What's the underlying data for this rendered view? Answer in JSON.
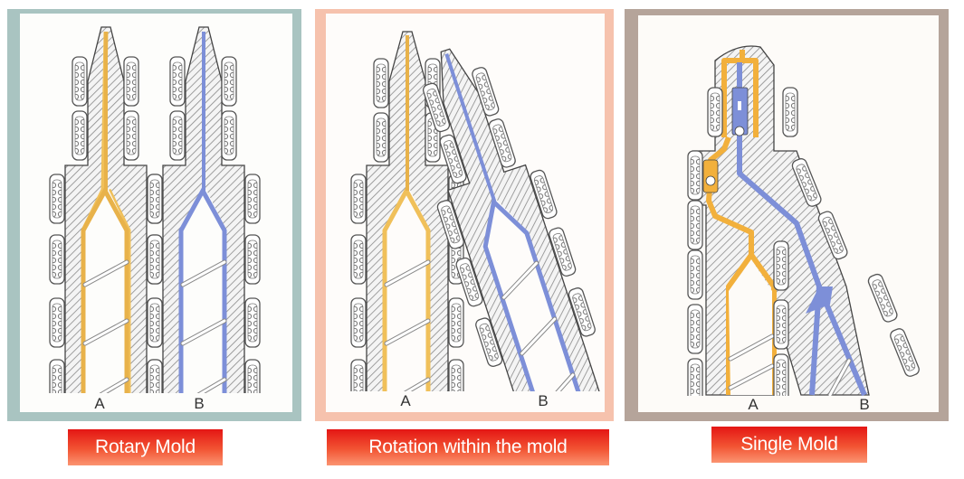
{
  "panels": [
    {
      "caption": "Rotary Mold",
      "frame_color": "#a9c4c1",
      "labels": [
        "A",
        "B"
      ],
      "channels": [
        {
          "name": "A",
          "color": "#f0c05a"
        },
        {
          "name": "B",
          "color": "#7d8fd8"
        }
      ]
    },
    {
      "caption": "Rotation within the mold",
      "frame_color": "#f6c2ad",
      "labels": [
        "A",
        "B"
      ],
      "channels": [
        {
          "name": "A",
          "color": "#f0c05a"
        },
        {
          "name": "B",
          "color": "#7d8fd8"
        }
      ]
    },
    {
      "caption": "Single Mold",
      "frame_color": "#b5a49a",
      "labels": [
        "A",
        "B"
      ],
      "channels": [
        {
          "name": "A",
          "color": "#f2b03c"
        },
        {
          "name": "B",
          "color": "#7d8fd8"
        }
      ]
    }
  ],
  "caption_gradient": [
    "#e41614",
    "#fb9471"
  ]
}
